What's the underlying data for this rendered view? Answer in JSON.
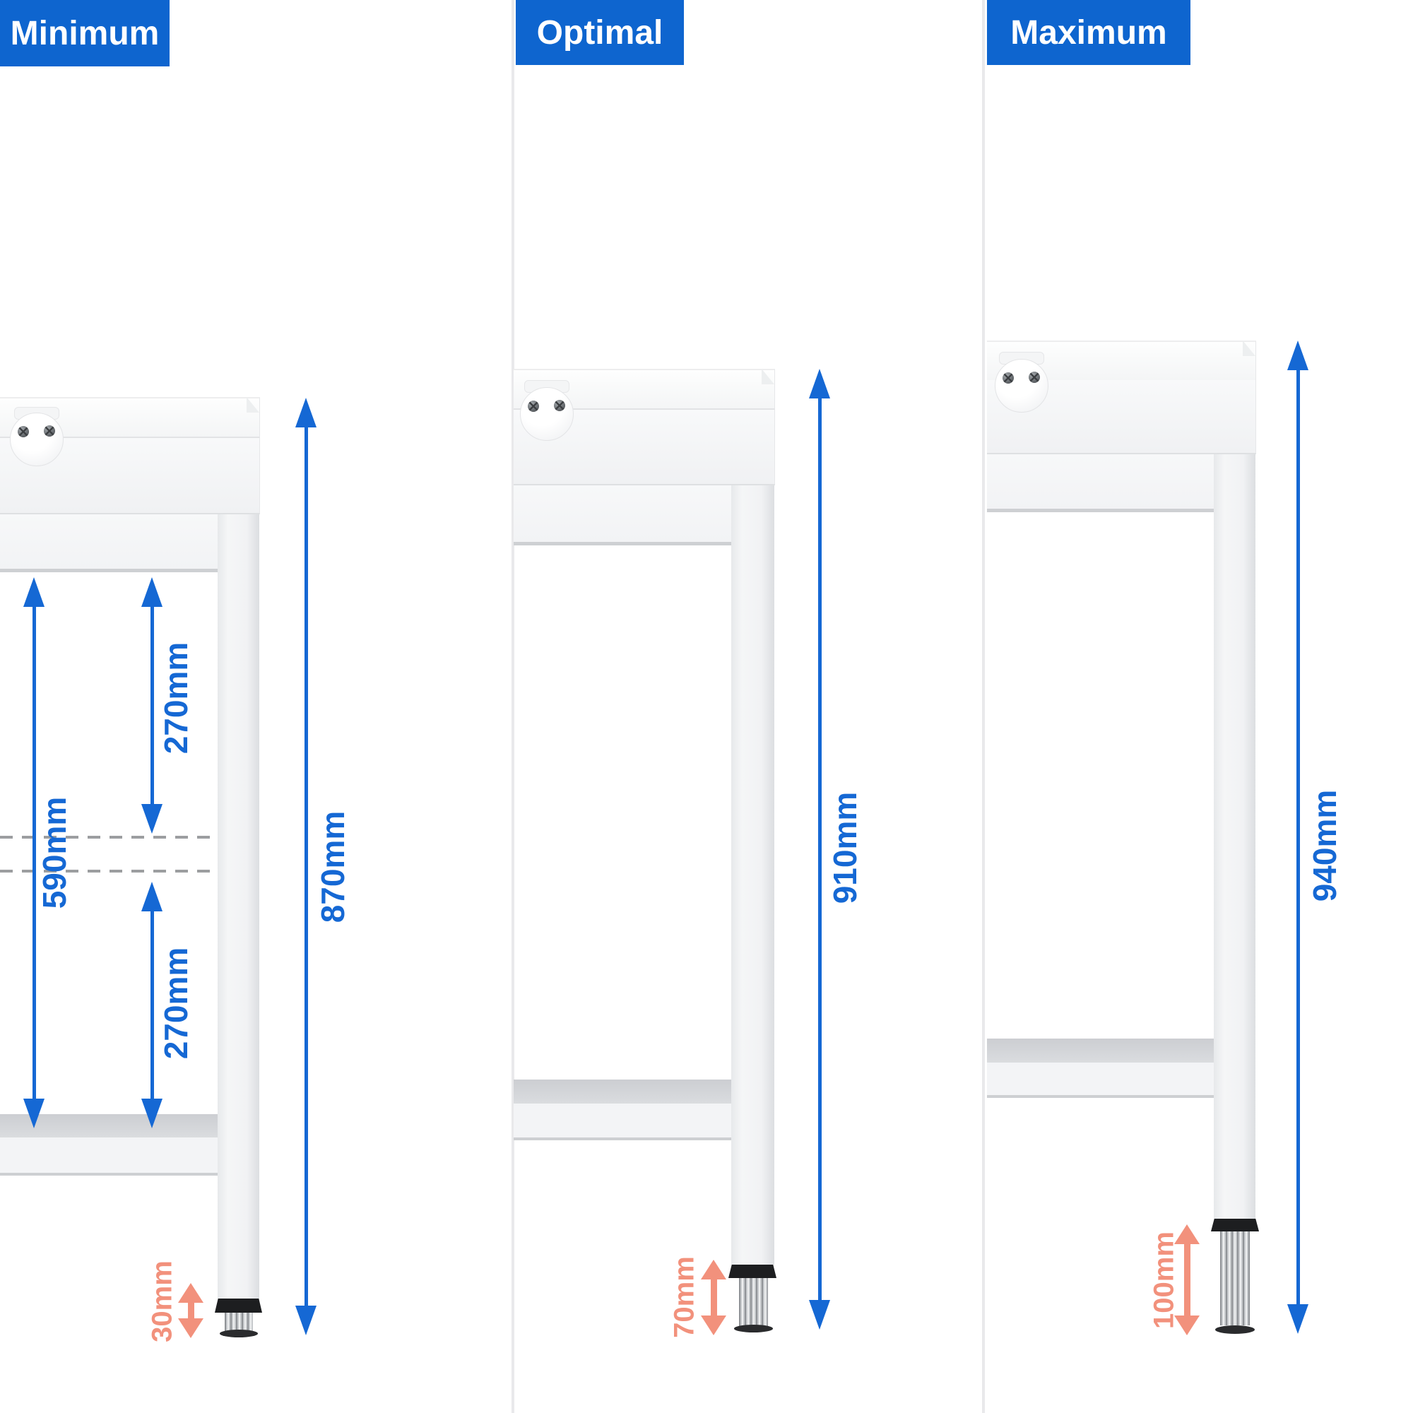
{
  "colors": {
    "badge_blue": "#0e65cf",
    "dimension_blue": "#1568d4",
    "foot_salmon": "#f2917c",
    "dashed_gray": "#9c9ea0",
    "divider_gray": "#e9e9eb"
  },
  "panels": [
    {
      "label": "Minimum",
      "dimensions": {
        "total": "870mm",
        "inner_left": "590mm",
        "inner_top": "270mm",
        "inner_bottom": "270mm",
        "foot": "30mm"
      }
    },
    {
      "label": "Optimal",
      "dimensions": {
        "total": "910mm",
        "foot": "70mm"
      }
    },
    {
      "label": "Maximum",
      "dimensions": {
        "total": "940mm",
        "foot": "100mm"
      }
    }
  ]
}
